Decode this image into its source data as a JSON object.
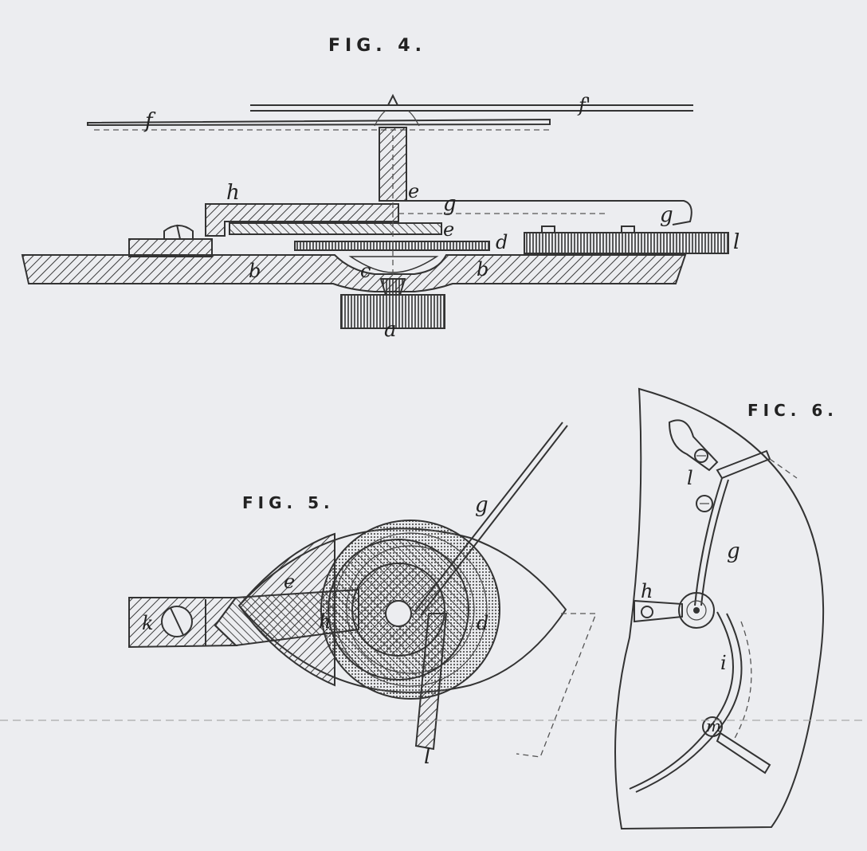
{
  "figures": {
    "fig4": {
      "title": "FIG. 4.",
      "labels": {
        "f": "f",
        "f_prime": "f'",
        "h": "h",
        "e_upper": "e",
        "e_lower": "e",
        "g_left": "g",
        "g_right": "g",
        "d": "d",
        "l": "l",
        "b_left": "b",
        "c": "c",
        "b_right": "b",
        "a": "a"
      }
    },
    "fig5": {
      "title": "FIG. 5.",
      "labels": {
        "g": "g",
        "e": "e",
        "k": "k",
        "h": "h",
        "d": "d",
        "l": "l"
      }
    },
    "fig6": {
      "title": "FIC. 6.",
      "labels": {
        "l": "l",
        "g": "g",
        "h": "h",
        "i": "i",
        "m": "m"
      }
    }
  },
  "colors": {
    "paper": "#ecedf0",
    "ink": "#333333",
    "hatch": "#3a3a3a"
  }
}
